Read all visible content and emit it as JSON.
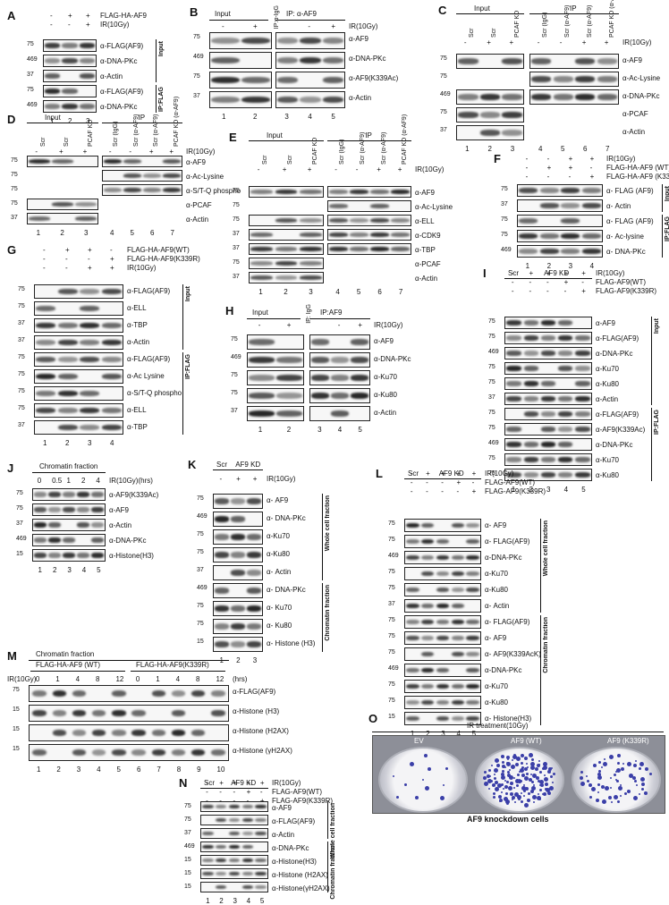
{
  "panels": {
    "A": {
      "letter": "A",
      "conditions": [
        "FLAG-HA-AF9",
        "IR(10Gy)"
      ],
      "signs": [
        [
          "-",
          "+",
          "+"
        ],
        [
          "-",
          "-",
          "+"
        ]
      ],
      "rows": [
        "α-FLAG(AF9)",
        "α-DNA-PKc",
        "α-Actin",
        "α-FLAG(AF9)",
        "α-DNA-PKc"
      ],
      "mw": [
        "75",
        "469",
        "37",
        "75",
        "469"
      ],
      "groups": [
        "Input",
        "IP:FLAG"
      ],
      "lanes": [
        "1",
        "2",
        "3"
      ]
    },
    "B": {
      "letter": "B",
      "headers": [
        "Input",
        "IP:α-IgG",
        "IP: α-AF9"
      ],
      "ir": "IR(10Gy)",
      "signs": [
        "-",
        "+",
        "-",
        "+"
      ],
      "rows": [
        "α-AF9",
        "α-DNA-PKc",
        "α-AF9(K339Ac)",
        "α-Actin"
      ],
      "mw": [
        "75",
        "469",
        "75",
        "37"
      ],
      "lanes": [
        "1",
        "2",
        "3",
        "4",
        "5"
      ]
    },
    "C": {
      "letter": "C",
      "headers": [
        "Input",
        "IP"
      ],
      "cols": [
        "Scr",
        "Scr",
        "PCAF KD",
        "Scr (IgG)",
        "Scr (α-AF9)",
        "Scr (α-AF9)",
        "PCAF KD (α-AF9)"
      ],
      "signs": [
        "-",
        "+",
        "+",
        "-",
        "-",
        "+",
        "+"
      ],
      "ir": "IR(10Gy)",
      "rows": [
        "α-AF9",
        "α-Ac-Lysine",
        "α-DNA-PKc",
        "α-PCAF",
        "α-Actin"
      ],
      "mw": [
        "75",
        "75",
        "469",
        "75",
        "37"
      ],
      "lanes": [
        "1",
        "2",
        "3",
        "4",
        "5",
        "6",
        "7"
      ]
    },
    "D": {
      "letter": "D",
      "headers": [
        "Input",
        "IP"
      ],
      "cols": [
        "Scr",
        "Scr",
        "PCAF KD",
        "Scr (IgG)",
        "Scr (α-AF9)",
        "Scr (α-AF9)",
        "PCAF KD (α-AF9)"
      ],
      "signs": [
        "-",
        "+",
        "+",
        "-",
        "-",
        "+",
        "+"
      ],
      "ir": "IR(10Gy)",
      "rows": [
        "α-AF9",
        "α-Ac-Lysine",
        "α-S/T-Q phospho",
        "α-PCAF",
        "α-Actin"
      ],
      "mw": [
        "75",
        "75",
        "75",
        "75",
        "37"
      ],
      "lanes": [
        "1",
        "2",
        "3",
        "4",
        "5",
        "6",
        "7"
      ]
    },
    "E": {
      "letter": "E",
      "headers": [
        "Input",
        "IP"
      ],
      "cols": [
        "Scr",
        "Scr",
        "PCAF KD",
        "Scr (IgG)",
        "Scr (α-AF9)",
        "Scr (α-AF9)",
        "PCAF KD (α-AF9)"
      ],
      "signs": [
        "-",
        "+",
        "+",
        "-",
        "-",
        "+",
        "+"
      ],
      "ir": "IR(10Gy)",
      "rows": [
        "α-AF9",
        "α-Ac-Lysine",
        "α-ELL",
        "α-CDK9",
        "α-TBP",
        "α-PCAF",
        "α-Actin"
      ],
      "mw": [
        "75",
        "75",
        "75",
        "37",
        "37",
        "75",
        "37"
      ],
      "lanes": [
        "1",
        "2",
        "3",
        "4",
        "5",
        "6",
        "7"
      ]
    },
    "F": {
      "letter": "F",
      "conditions": [
        "IR(10Gy)",
        "FLAG-HA-AF9 (WT)",
        "FLAG-HA-AF9 (K339R)"
      ],
      "signs": [
        [
          "-",
          "-",
          "+",
          "+"
        ],
        [
          "-",
          "+",
          "+",
          "-"
        ],
        [
          "-",
          "-",
          "-",
          "+"
        ]
      ],
      "rows": [
        "α- FLAG (AF9)",
        "α- Actin",
        "α- FLAG (AF9)",
        "α- Ac-lysine",
        "α- DNA-PKc"
      ],
      "mw": [
        "75",
        "37",
        "75",
        "75",
        "469"
      ],
      "groups": [
        "Input",
        "IP:FLAG"
      ],
      "lanes": [
        "1",
        "2",
        "3",
        "4"
      ]
    },
    "G": {
      "letter": "G",
      "conditions": [
        "FLAG-HA-AF9(WT)",
        "FLAG-HA-AF9(K339R)",
        "IR(10Gy)"
      ],
      "signs": [
        [
          "-",
          "+",
          "+",
          "-"
        ],
        [
          "-",
          "-",
          "-",
          "+"
        ],
        [
          "-",
          "-",
          "+",
          "+"
        ]
      ],
      "rows": [
        "α-FLAG(AF9)",
        "α-ELL",
        "α-TBP",
        "α-Actin",
        "α-FLAG(AF9)",
        "α-Ac Lysine",
        "α-S/T-Q phospho",
        "α-ELL",
        "α-TBP"
      ],
      "mw": [
        "75",
        "75",
        "37",
        "37",
        "75",
        "75",
        "75",
        "75",
        "37"
      ],
      "groups": [
        "Input",
        "IP:FLAG"
      ],
      "lanes": [
        "1",
        "2",
        "3",
        "4"
      ]
    },
    "H": {
      "letter": "H",
      "headers": [
        "Input",
        "IP: IgG",
        "IP:AF9"
      ],
      "ir": "IR(10Gy)",
      "signs": [
        "-",
        "+",
        "-",
        "+"
      ],
      "rows": [
        "α-AF9",
        "α-DNA-PKc",
        "α-Ku70",
        "α-Ku80",
        "α-Actin"
      ],
      "mw": [
        "75",
        "469",
        "75",
        "75",
        "37"
      ],
      "lanes": [
        "1",
        "2",
        "3",
        "4",
        "5"
      ]
    },
    "I": {
      "letter": "I",
      "headers": [
        "Scr",
        "AF9 KD"
      ],
      "conditions": [
        "IR(10Gy)",
        "FLAG-AF9(WT)",
        "FLAG-AF9(K339R)"
      ],
      "signs": [
        [
          "-",
          "+",
          "+",
          "+",
          "+"
        ],
        [
          "-",
          "-",
          "-",
          "+",
          "-"
        ],
        [
          "-",
          "-",
          "-",
          "-",
          "+"
        ]
      ],
      "rows": [
        "α-AF9",
        "α-FLAG(AF9)",
        "α-DNA-PKc",
        "α-Ku70",
        "α-Ku80",
        "α-Actin",
        "α-FLAG(AF9)",
        "α-AF9(K339Ac)",
        "α-DNA-PKc",
        "α-Ku70",
        "α-Ku80"
      ],
      "mw": [
        "75",
        "75",
        "469",
        "75",
        "75",
        "37",
        "75",
        "75",
        "469",
        "75",
        "75"
      ],
      "groups": [
        "Input",
        "IP:FLAG"
      ],
      "lanes": [
        "1",
        "2",
        "3",
        "4",
        "5"
      ]
    },
    "J": {
      "letter": "J",
      "title": "Chromatin fraction",
      "times": [
        "0",
        "0.5",
        "1",
        "2",
        "4"
      ],
      "unit": "IR(10Gy)(hrs)",
      "rows": [
        "α-AF9(K339Ac)",
        "α-AF9",
        "α-Actin",
        "α-DNA-PKc",
        "α-Histone(H3)"
      ],
      "mw": [
        "75",
        "75",
        "37",
        "469",
        "15"
      ],
      "lanes": [
        "1",
        "2",
        "3",
        "4",
        "5"
      ]
    },
    "K": {
      "letter": "K",
      "headers": [
        "Scr",
        "AF9 KD"
      ],
      "ir": "IR(10Gy)",
      "signs": [
        "-",
        "+",
        "+"
      ],
      "rows": [
        "α- AF9",
        "α- DNA-PKc",
        "α-Ku70",
        "α-Ku80",
        "α- Actin",
        "α- DNA-PKc",
        "α- Ku70",
        "α- Ku80",
        "α- Histone (H3)"
      ],
      "mw": [
        "75",
        "469",
        "75",
        "75",
        "37",
        "469",
        "75",
        "75",
        "15"
      ],
      "groups": [
        "Whole cell fraction",
        "Chromatin fraction"
      ],
      "lanes": [
        "1",
        "2",
        "3"
      ]
    },
    "L": {
      "letter": "L",
      "headers": [
        "Scr",
        "AF9 KD"
      ],
      "conditions": [
        "IR(10Gy)",
        "FLAG-AF9(WT)",
        "FLAG-AF9(K339R)"
      ],
      "signs": [
        [
          "-",
          "+",
          "+",
          "+",
          "+"
        ],
        [
          "-",
          "-",
          "-",
          "+",
          "-"
        ],
        [
          "-",
          "-",
          "-",
          "-",
          "+"
        ]
      ],
      "rows": [
        "α- AF9",
        "α- FLAG(AF9)",
        "α-DNA-PKc",
        "α-Ku70",
        "α-Ku80",
        "α- Actin",
        "α- FLAG(AF9)",
        "α- AF9",
        "α- AF9(K339AcK)",
        "α-DNA-PKc",
        "α-Ku70",
        "α-Ku80",
        "α- Histone(H3)"
      ],
      "mw": [
        "75",
        "75",
        "469",
        "75",
        "75",
        "37",
        "75",
        "75",
        "75",
        "469",
        "75",
        "75",
        "15"
      ],
      "groups": [
        "Whole cell fraction",
        "Chromatin fraction"
      ],
      "lanes": [
        "1",
        "2",
        "3",
        "4",
        "5"
      ]
    },
    "M": {
      "letter": "M",
      "title": "Chromatin fraction",
      "groups": [
        "FLAG-HA-AF9 (WT)",
        "FLAG-HA-AF9(K339R)"
      ],
      "ir": "IR(10Gy)",
      "times": [
        "0",
        "1",
        "4",
        "8",
        "12",
        "0",
        "1",
        "4",
        "8",
        "12"
      ],
      "unit": "(hrs)",
      "rows": [
        "α-FLAG(AF9)",
        "α-Histone (H3)",
        "α-Histone (H2AX)",
        "α-Histone (γH2AX)"
      ],
      "mw": [
        "75",
        "15",
        "15",
        "15"
      ],
      "lanes": [
        "1",
        "2",
        "3",
        "4",
        "5",
        "6",
        "7",
        "8",
        "9",
        "10"
      ]
    },
    "N": {
      "letter": "N",
      "headers": [
        "Scr",
        "AF9 KD"
      ],
      "conditions": [
        "IR(10Gy)",
        "FLAG-AF9(WT)",
        "FLAG-AF9(K339R)"
      ],
      "signs": [
        [
          "-",
          "+",
          "+",
          "+",
          "+"
        ],
        [
          "-",
          "-",
          "-",
          "+",
          "-"
        ],
        [
          "-",
          "-",
          "-",
          "-",
          "+"
        ]
      ],
      "rows": [
        "α-AF9",
        "α-FLAG(AF9)",
        "α-Actin",
        "α-DNA-PKc",
        "α-Histone(H3)",
        "α-Histone (H2AX)",
        "α-Histone(γH2AX)"
      ],
      "mw": [
        "75",
        "75",
        "37",
        "469",
        "15",
        "15",
        "15"
      ],
      "groups": [
        "Whole cell fraction",
        "Chromatin fraction"
      ],
      "lanes": [
        "1",
        "2",
        "3",
        "4",
        "5"
      ]
    },
    "O": {
      "letter": "O",
      "title": "IR treatment(10Gy)",
      "plates": [
        "EV",
        "AF9 (WT)",
        "AF9 (K339R)"
      ],
      "caption": "AF9 knockdown cells"
    }
  }
}
